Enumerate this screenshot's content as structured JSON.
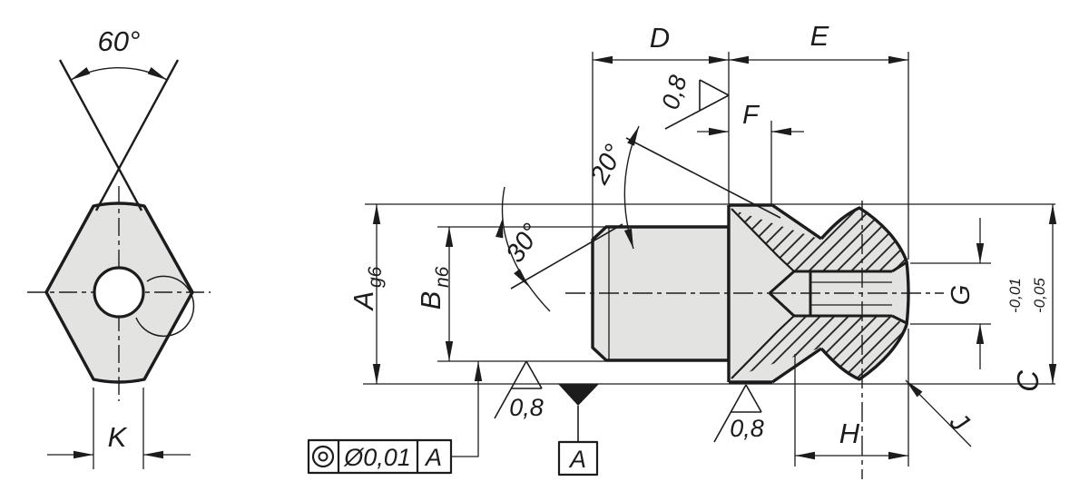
{
  "drawing": {
    "title": "technical drawing of ball-end positioning element, two views",
    "colors": {
      "line": "#1c1c1c",
      "fill": "#e3e4e2",
      "background": "#ffffff"
    },
    "left_view": {
      "angle_label": "60°",
      "width_label": "K"
    },
    "right_view": {
      "dim_d": "D",
      "dim_e": "E",
      "dim_f": "F",
      "dim_a": "A",
      "dim_a_tol": "g6",
      "dim_b": "B",
      "dim_b_tol": "n6",
      "dim_g": "G",
      "dim_c": "C",
      "dim_c_tol_upper": "-0,01",
      "dim_c_tol_lower": "-0,05",
      "dim_h": "H",
      "dim_j": "J",
      "angle_20": "20°",
      "angle_30": "30°",
      "roughness_top": "0,8",
      "roughness_shank": "0,8",
      "roughness_collar": "0,8",
      "fcf": {
        "symbol": "concentricity",
        "tolerance": "Ø0,01",
        "datum": "A"
      },
      "datum_label": "A"
    }
  }
}
